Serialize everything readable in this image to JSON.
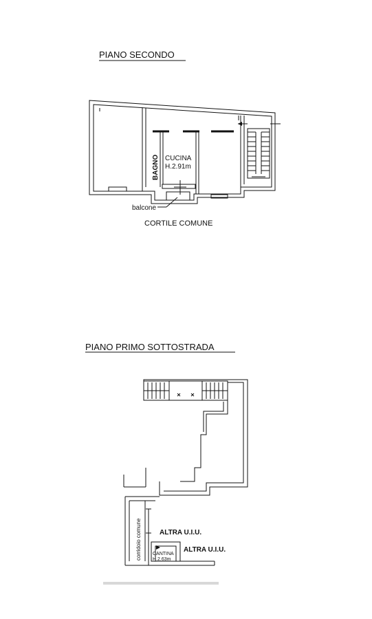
{
  "floor_upper": {
    "title": "PIANO SECONDO",
    "rooms": {
      "bagno": "BAGNO",
      "cucina": "CUCINA",
      "cucina_height": "H.2.91m"
    },
    "balcony_label": "balcone",
    "courtyard_label": "CORTILE COMUNE"
  },
  "floor_lower": {
    "title": "PIANO PRIMO SOTTOSTRADA",
    "corridor_label": "corridoio comune",
    "other_unit_1": "ALTRA U.I.U.",
    "other_unit_2": "ALTRA U.I.U.",
    "cellar_label": "CANTINA",
    "cellar_height": "H.2.63m"
  }
}
